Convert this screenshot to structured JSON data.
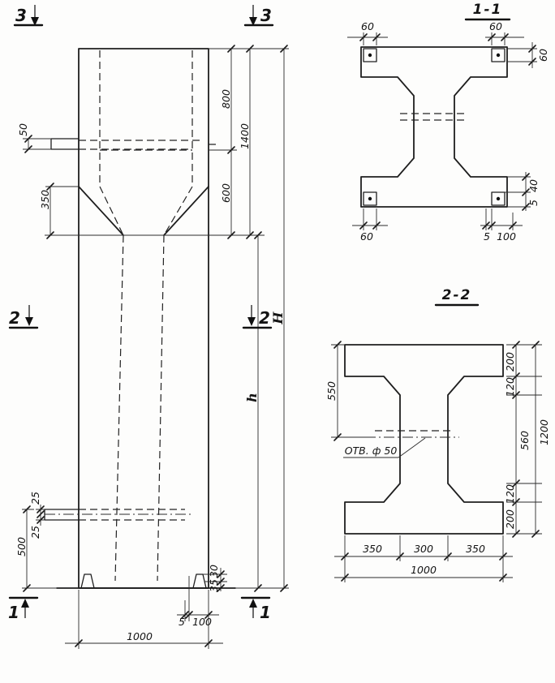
{
  "markers": {
    "top_left": "3",
    "top_right": "3",
    "mid_left": "2",
    "mid_right": "2",
    "bottom_left": "1",
    "bottom_right": "1"
  },
  "elevation": {
    "dim_50": "50",
    "dim_350": "350",
    "dim_25_upper": "25",
    "dim_25_lower": "25",
    "dim_500": "500",
    "dim_800": "800",
    "dim_600": "600",
    "dim_1400": "1400",
    "dim_h": "h",
    "dim_H": "H",
    "dim_30": "30",
    "dim_35": "35",
    "dim_5": "5",
    "dim_100": "100",
    "dim_1000": "1000"
  },
  "section_1_1": {
    "title": "1-1",
    "dim_60_top_left": "60",
    "dim_60_top_right": "60",
    "dim_60_right": "60",
    "dim_60_bottom_left": "60",
    "dim_40_right": "40",
    "dim_5_right": "5",
    "dim_5_bottom": "5",
    "dim_100_bottom": "100"
  },
  "section_2_2": {
    "title": "2-2",
    "dim_550": "550",
    "dim_200_top": "200",
    "dim_120_top": "120",
    "dim_560": "560",
    "dim_120_bottom": "120",
    "dim_200_bottom": "200",
    "dim_1200": "1200",
    "dim_350_left": "350",
    "dim_300": "300",
    "dim_350_right": "350",
    "dim_1000": "1000",
    "hole_label": "ОТВ. ф 50"
  }
}
